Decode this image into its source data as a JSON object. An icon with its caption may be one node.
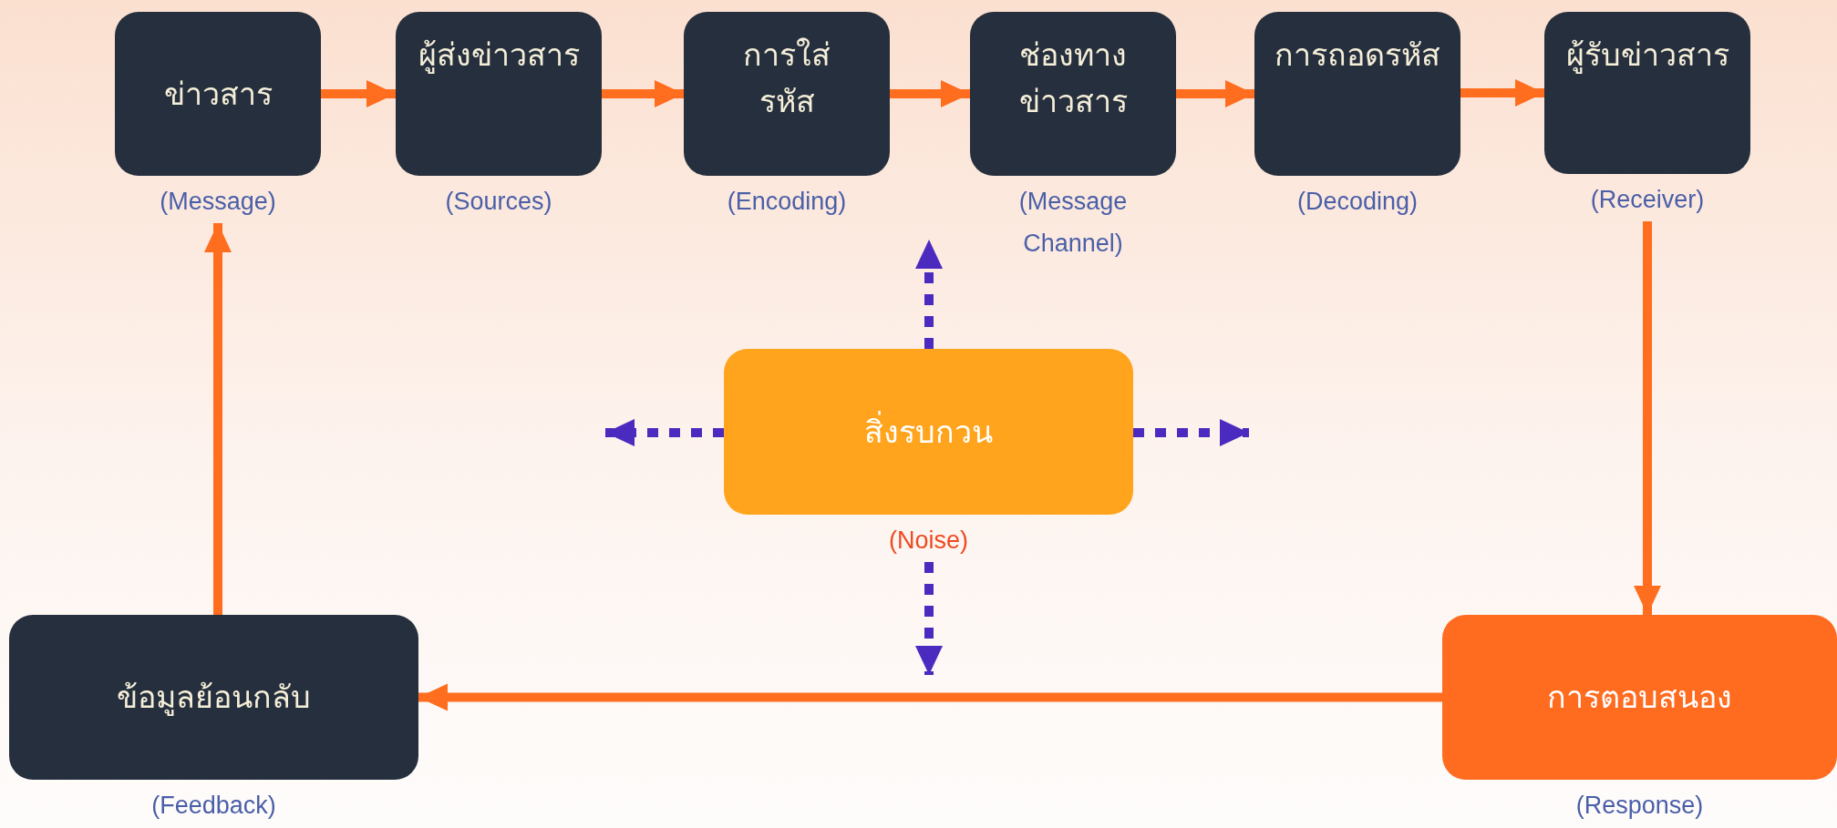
{
  "diagram": {
    "nodes": [
      {
        "text": [
          "ข่าวสาร"
        ],
        "beside": [
          "(Message)"
        ]
      },
      {
        "text": [
          "ผู้ส่งข่าวสาร"
        ],
        "beside": [
          "(Sources)"
        ]
      },
      {
        "text": [
          "การใส่รหัส"
        ],
        "beside": [
          "(Encoding)"
        ]
      },
      {
        "text": [
          "ช่องทางข่าวสาร"
        ],
        "beside": [
          "(Message Channel)"
        ]
      },
      {
        "text": [
          "การถอดรหัส"
        ],
        "beside": [
          "(Decoding)"
        ]
      },
      {
        "text": [
          "ผู้รับข่าวสาร"
        ],
        "beside": [
          "(Receiver)"
        ]
      },
      {
        "text": [
          "สิ่งรบกวน"
        ],
        "beside": [
          "(Noise)"
        ]
      },
      {
        "text": [
          "ข้อมูลย้อนกลับ"
        ],
        "beside": [
          "(Feedback)"
        ]
      },
      {
        "text": [
          "การตอบสนอง"
        ],
        "beside": [
          "(Response)"
        ]
      }
    ],
    "edges": [
      {
        "from": 0,
        "to": 1,
        "arrow": "to"
      },
      {
        "from": 1,
        "to": 2,
        "arrow": "to"
      },
      {
        "from": 2,
        "to": 3,
        "arrow": "to"
      },
      {
        "from": 3,
        "to": 4,
        "arrow": "to"
      },
      {
        "from": 4,
        "to": 5,
        "arrow": "to"
      },
      {
        "from": 5,
        "to": 8,
        "arrow": "to"
      },
      {
        "from": 8,
        "to": 7,
        "arrow": "to"
      },
      {
        "from": 7,
        "to": 0,
        "arrow": "to"
      },
      {
        "from": 6,
        "to": null,
        "arrow": "to",
        "style": "dashed",
        "color": "#4b2bbf"
      },
      {
        "from": 6,
        "to": null,
        "arrow": "to",
        "style": "dashed",
        "color": "#4b2bbf"
      },
      {
        "from": 6,
        "to": null,
        "arrow": "to",
        "style": "dashed",
        "color": "#4b2bbf"
      },
      {
        "from": 6,
        "to": null,
        "arrow": "to",
        "style": "dashed",
        "color": "#4b2bbf"
      }
    ]
  }
}
